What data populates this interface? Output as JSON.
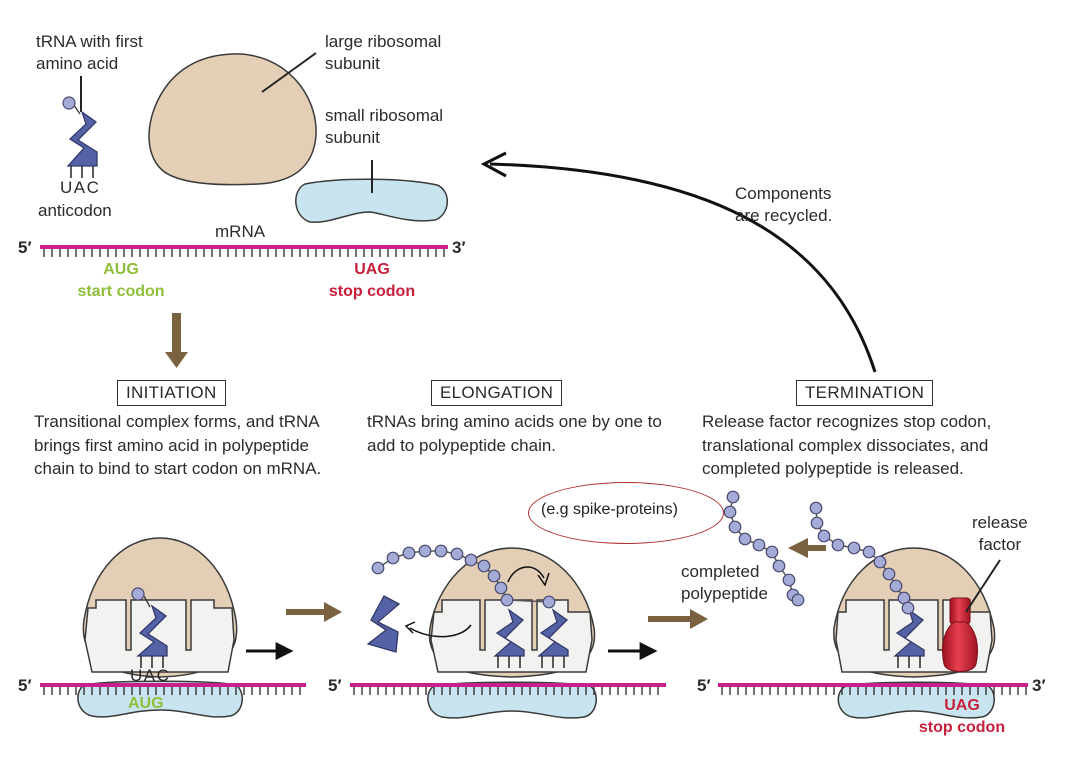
{
  "colors": {
    "ribosome_large": "#e3cfb6",
    "ribosome_small": "#c8e4ee",
    "mrna": "#c8208a",
    "trna": "#5563a6",
    "amino_acid": "#a3abd6",
    "start_codon": "#8fbf3a",
    "stop_codon": "#c8203c",
    "flow_arrow": "#7a6140",
    "release_factor": "#cc2030"
  },
  "top": {
    "trna_label": [
      "tRNA with first",
      "amino acid"
    ],
    "anticodon_seq": "UAC",
    "anticodon_label": "anticodon",
    "large_subunit_label": [
      "large ribosomal",
      "subunit"
    ],
    "small_subunit_label": [
      "small ribosomal",
      "subunit"
    ],
    "mrna_label": "mRNA",
    "five_prime": "5′",
    "three_prime": "3′",
    "start_seq": "AUG",
    "start_label": "start codon",
    "stop_seq": "UAG",
    "stop_label": "stop codon",
    "recycle_label": [
      "Components",
      "are recycled."
    ]
  },
  "stages": {
    "initiation": {
      "title": "INITIATION",
      "text": "Transitional complex forms, and tRNA brings first amino acid in polypeptide chain to bind to start codon on mRNA."
    },
    "elongation": {
      "title": "ELONGATION",
      "text": "tRNAs bring amino acids one by one to add to polypeptide chain."
    },
    "termination": {
      "title": "TERMINATION",
      "text": "Release factor recognizes stop codon, translational complex dissociates, and completed polypeptide is released."
    }
  },
  "bottom": {
    "anticodon_seq": "UAC",
    "start_seq": "AUG",
    "five_prime": "5′",
    "three_prime": "3′",
    "stop_seq": "UAG",
    "stop_label": "stop codon",
    "completed_label": [
      "completed",
      "polypeptide"
    ],
    "release_label": [
      "release",
      "factor"
    ],
    "annotation": "(e.g spike-proteins)"
  }
}
